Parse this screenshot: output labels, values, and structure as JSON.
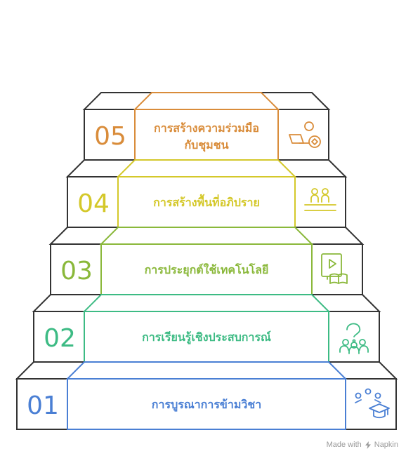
{
  "steps": [
    {
      "number": "01",
      "label": "การบูรณาการข้ามวิชา",
      "color": "#4a7fd4",
      "icon": "people-graduation-cap-icon"
    },
    {
      "number": "02",
      "label": "การเรียนรู้เชิงประสบการณ์",
      "color": "#3dbb84",
      "icon": "group-thinking-icon"
    },
    {
      "number": "03",
      "label": "การประยุกต์ใช้เทคโนโลยี",
      "color": "#8ab83a",
      "icon": "video-book-icon"
    },
    {
      "number": "04",
      "label": "การสร้างพื้นที่อภิปราย",
      "color": "#d4c82a",
      "icon": "people-discussion-icon"
    },
    {
      "number": "05",
      "label_lines": [
        "การสร้างความร่วมมือ",
        "กับชุมชน"
      ],
      "color": "#d98c3a",
      "icon": "community-handshake-icon"
    }
  ],
  "credit": {
    "made_with": "Made with",
    "brand": "Napkin"
  }
}
